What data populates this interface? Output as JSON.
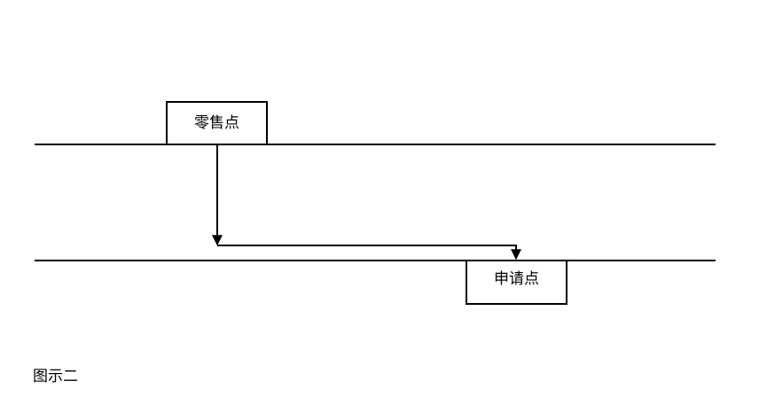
{
  "diagram": {
    "nodes": {
      "retail_point": {
        "label": "零售点"
      },
      "application_point": {
        "label": "申请点"
      }
    },
    "caption": "图示二"
  },
  "colors": {
    "line": "#000000",
    "background": "#ffffff"
  }
}
